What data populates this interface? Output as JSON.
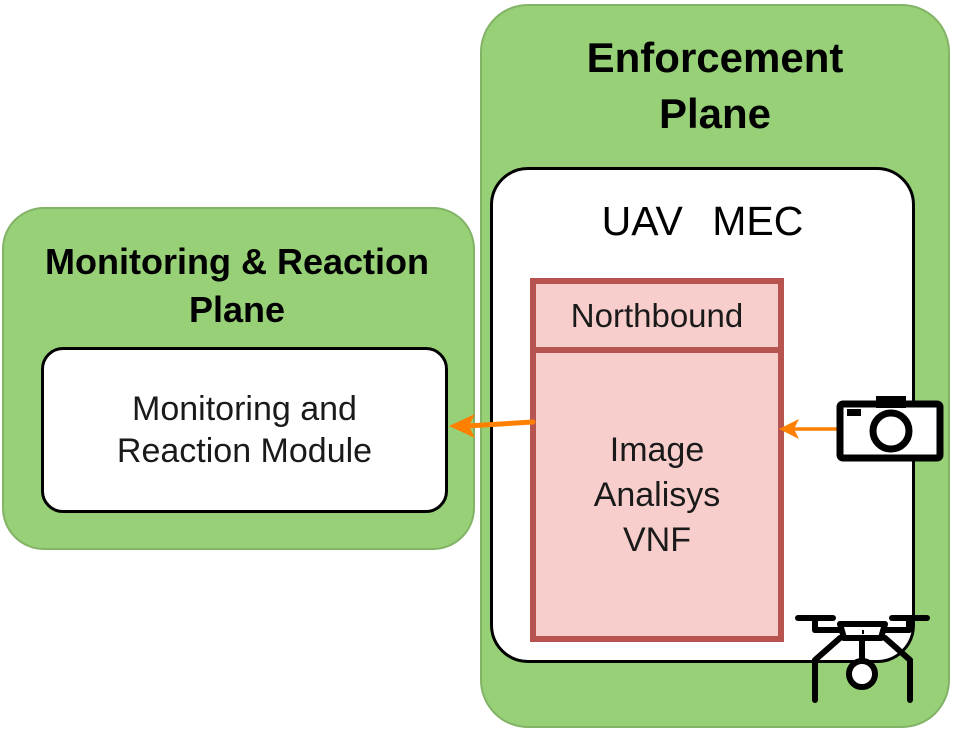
{
  "monitoring_plane": {
    "title": "Monitoring & Reaction\nPlane",
    "module_label": "Monitoring and\nReaction Module"
  },
  "enforcement_plane": {
    "title": "Enforcement\nPlane",
    "container_label": "UAV MEC",
    "northbound_label": "Northbound",
    "vnf_label": "Image\nAnalisys\nVNF"
  },
  "icons": [
    "camera-icon",
    "drone-icon"
  ],
  "colors": {
    "plane_fill": "#97d077",
    "plane_border": "#82b366",
    "vnf_fill": "#f8cecc",
    "vnf_border": "#b85450",
    "arrow": "#ff8000"
  }
}
